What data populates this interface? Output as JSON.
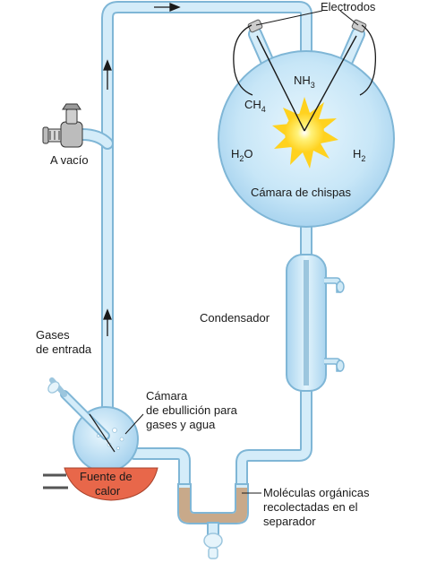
{
  "labels": {
    "electrodos": "Electrodos",
    "nh3_main": "NH",
    "nh3_sub": "3",
    "ch4_main": "CH",
    "ch4_sub": "4",
    "h2o_h": "H",
    "h2o_sub": "2",
    "h2o_o": "O",
    "h2_main": "H",
    "h2_sub": "2",
    "camara_chispas": "Cámara de chispas",
    "a_vacio": "A vacío",
    "condensador": "Condensador",
    "gases_entrada_1": "Gases",
    "gases_entrada_2": "de entrada",
    "camara_ebullicion_1": "Cámara",
    "camara_ebullicion_2": "de ebullición para",
    "camara_ebullicion_3": "gases y agua",
    "fuente_calor_1": "Fuente de",
    "fuente_calor_2": "calor",
    "moleculas_1": "Moléculas orgánicas",
    "moleculas_2": "recolectadas en el",
    "moleculas_3": "separador"
  },
  "colors": {
    "glass_fill": "#cfeaf8",
    "glass_stroke": "#7fb6d6",
    "spark_core": "#fff27a",
    "spark_outer": "#ffd21f",
    "heater": "#e8674a",
    "liquid": "#c8a98a",
    "arrow": "#1a1a1a"
  }
}
